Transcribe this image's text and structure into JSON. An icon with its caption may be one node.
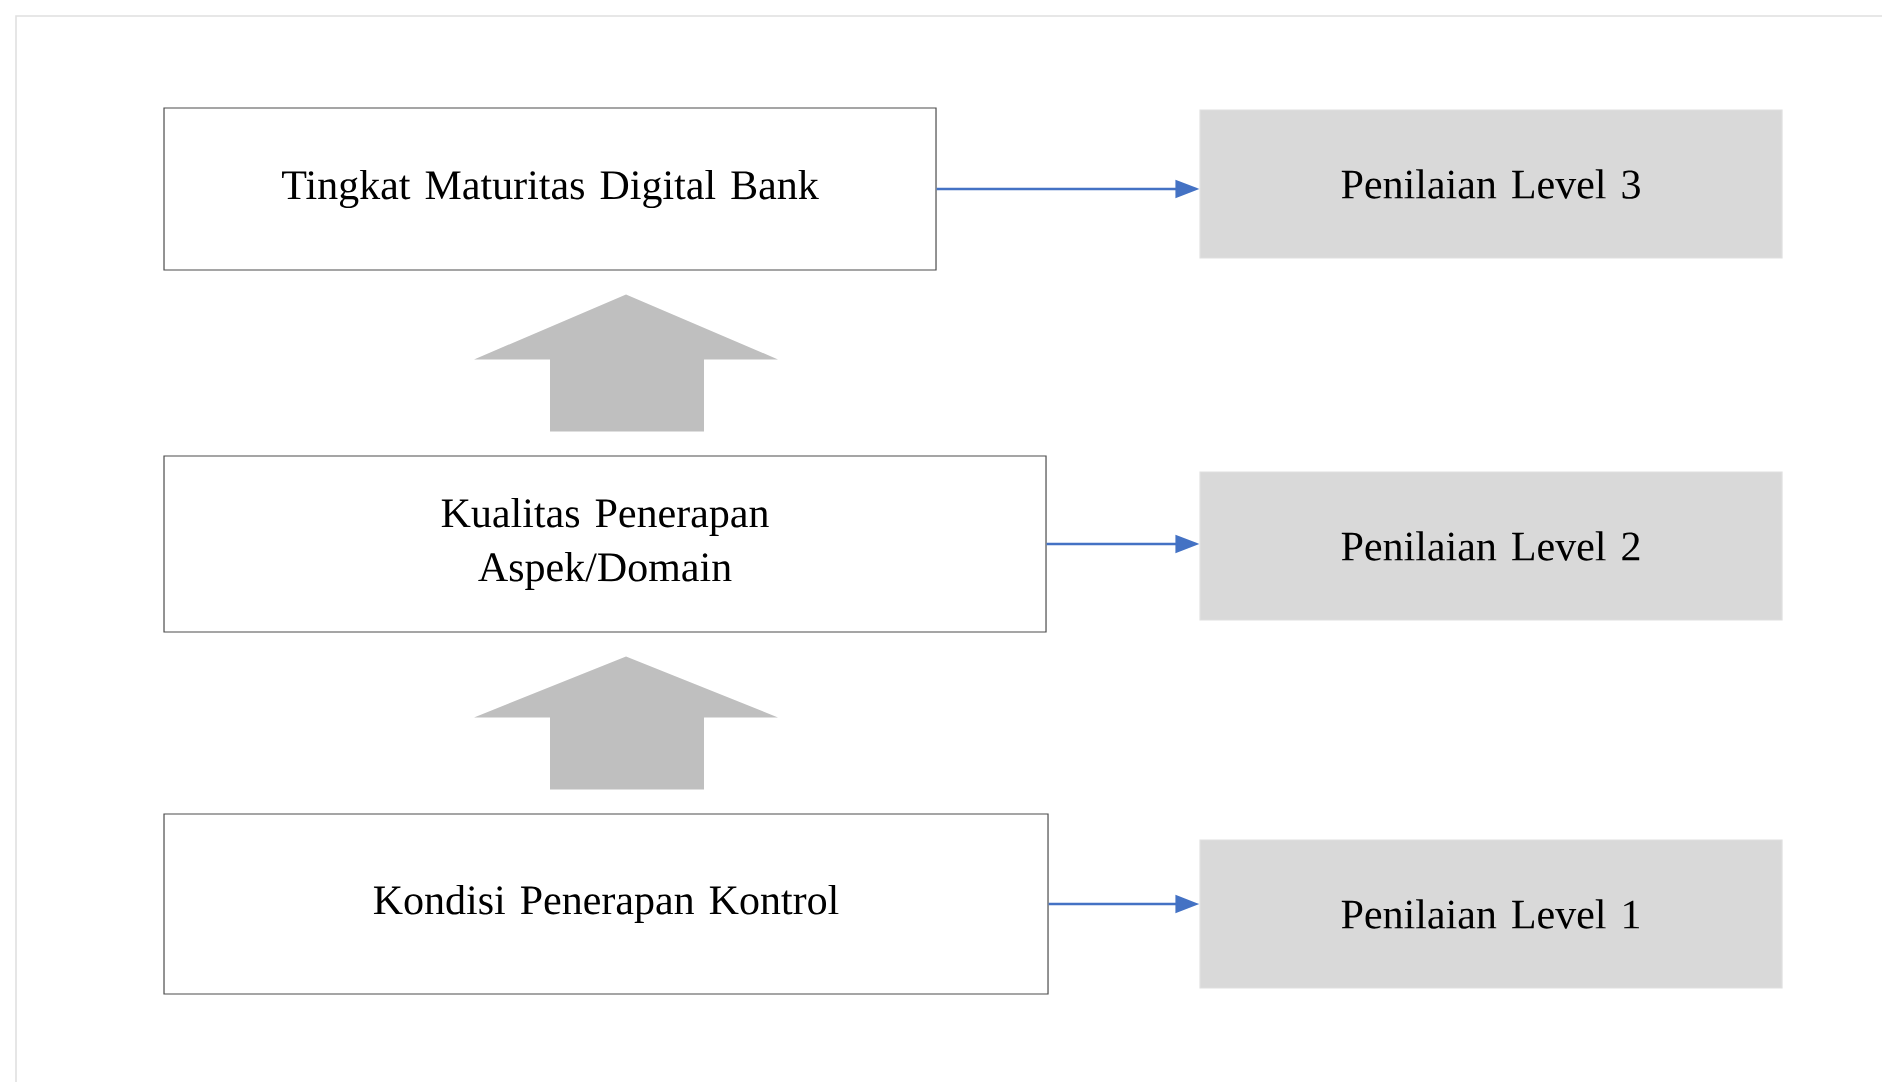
{
  "diagram": {
    "nodes": [
      {
        "text": [
          "Tingkat Maturitas Digital Bank"
        ]
      },
      {
        "text": [
          "Penilaian Level 3"
        ]
      },
      {
        "text": [
          "Kualitas Penerapan Aspek/Domain"
        ]
      },
      {
        "text": [
          "Penilaian Level 2"
        ]
      },
      {
        "text": [
          "Kondisi Penerapan Kontrol"
        ]
      },
      {
        "text": [
          "Penilaian Level 1"
        ]
      }
    ],
    "edges": [
      {
        "from": 0,
        "to": 1,
        "arrow": "to"
      },
      {
        "from": 2,
        "to": 3,
        "arrow": "to"
      },
      {
        "from": 4,
        "to": 5,
        "arrow": "to"
      },
      {
        "from": 4,
        "to": 2,
        "arrow": "to",
        "style": "thick",
        "color": "#bfbfbf"
      },
      {
        "from": 2,
        "to": 0,
        "arrow": "to",
        "style": "thick",
        "color": "#bfbfbf"
      }
    ]
  }
}
